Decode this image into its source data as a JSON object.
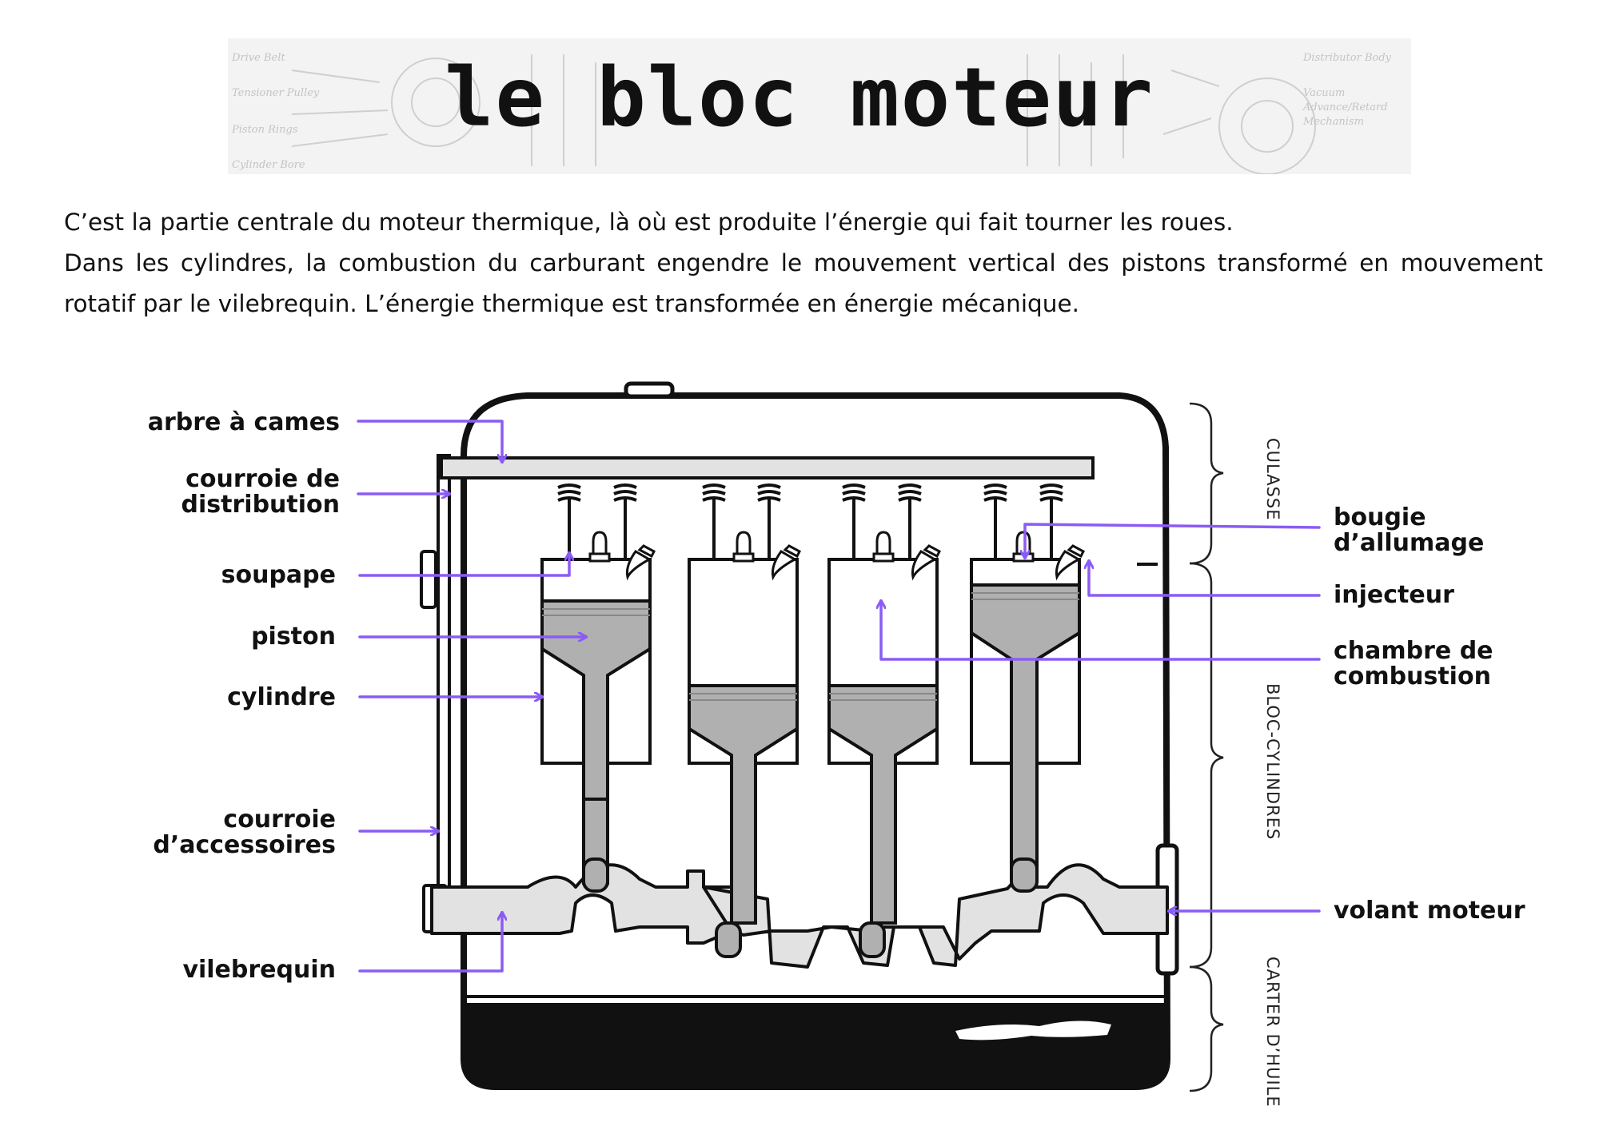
{
  "title": "le bloc moteur",
  "banner_words": [
    "Drive Belt",
    "Tensioner Pulley",
    "Piston Rings",
    "Cylinder Bore",
    "Distributor Body",
    "Vacuum",
    "Advance/Retard",
    "Mechanism"
  ],
  "intro": {
    "line1": "C’est la partie centrale du moteur thermique, là où est produite l’énergie qui fait tourner les roues.",
    "line2": "Dans les cylindres, la combustion du carburant engendre le mouvement vertical des pistons transformé en mouvement rotatif par le vilebrequin. L’énergie thermique est transformée en énergie mécanique."
  },
  "labels_left": {
    "arbre": "arbre à cames",
    "courroie_dist_1": "courroie de",
    "courroie_dist_2": "distribution",
    "soupape": "soupape",
    "piston": "piston",
    "cylindre": "cylindre",
    "courroie_acc_1": "courroie",
    "courroie_acc_2": "d’accessoires",
    "vilebrequin": "vilebrequin"
  },
  "labels_right": {
    "bougie_1": "bougie",
    "bougie_2": "d’allumage",
    "injecteur": "injecteur",
    "chambre_1": "chambre de",
    "chambre_2": "combustion",
    "volant": "volant moteur"
  },
  "sections": {
    "culasse": "CULASSE",
    "bloc": "BLOC-CYLINDRES",
    "carter": "CARTER D’HUILE"
  },
  "colors": {
    "arrow": "#8a5cf5",
    "metal": "#b0b0b0",
    "crank": "#e2e2e2",
    "oil": "#111111",
    "outline": "#111111"
  }
}
